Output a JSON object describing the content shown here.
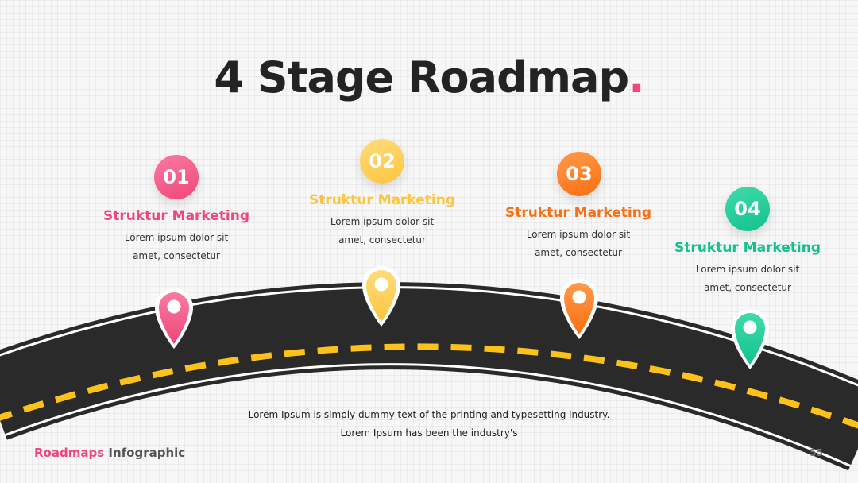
{
  "title": {
    "text": "4 Stage Roadmap",
    "dot": "."
  },
  "stages": [
    {
      "number": "01",
      "title": "Struktur Marketing",
      "desc_line1": "Lorem ipsum dolor sit",
      "desc_line2": "amet, consectetur",
      "color": "#f0477a",
      "color_light": "#f97aa0"
    },
    {
      "number": "02",
      "title": "Struktur Marketing",
      "desc_line1": "Lorem ipsum dolor sit",
      "desc_line2": "amet, consectetur",
      "color": "#fcc53f",
      "color_light": "#ffdc7a"
    },
    {
      "number": "03",
      "title": "Struktur Marketing",
      "desc_line1": "Lorem ipsum dolor sit",
      "desc_line2": "amet, consectetur",
      "color": "#fb6e12",
      "color_light": "#ff9a4a"
    },
    {
      "number": "04",
      "title": "Struktur Marketing",
      "desc_line1": "Lorem ipsum dolor sit",
      "desc_line2": "amet, consectetur",
      "color": "#12c18d",
      "color_light": "#3fdcaa"
    }
  ],
  "footer": {
    "line1": "Lorem Ipsum is simply dummy text of the printing and typesetting industry.",
    "line2": "Lorem Ipsum has been the industry's"
  },
  "brand": {
    "part1": "Roadmaps",
    "part2": "Infographic"
  },
  "page_number": "55",
  "colors": {
    "road": "#2a2a2a",
    "road_edge": "#ffffff",
    "lane": "#fcc21b",
    "title": "#232323",
    "accent": "#f0477a"
  },
  "icons": {
    "marker": "map-pin-icon"
  }
}
